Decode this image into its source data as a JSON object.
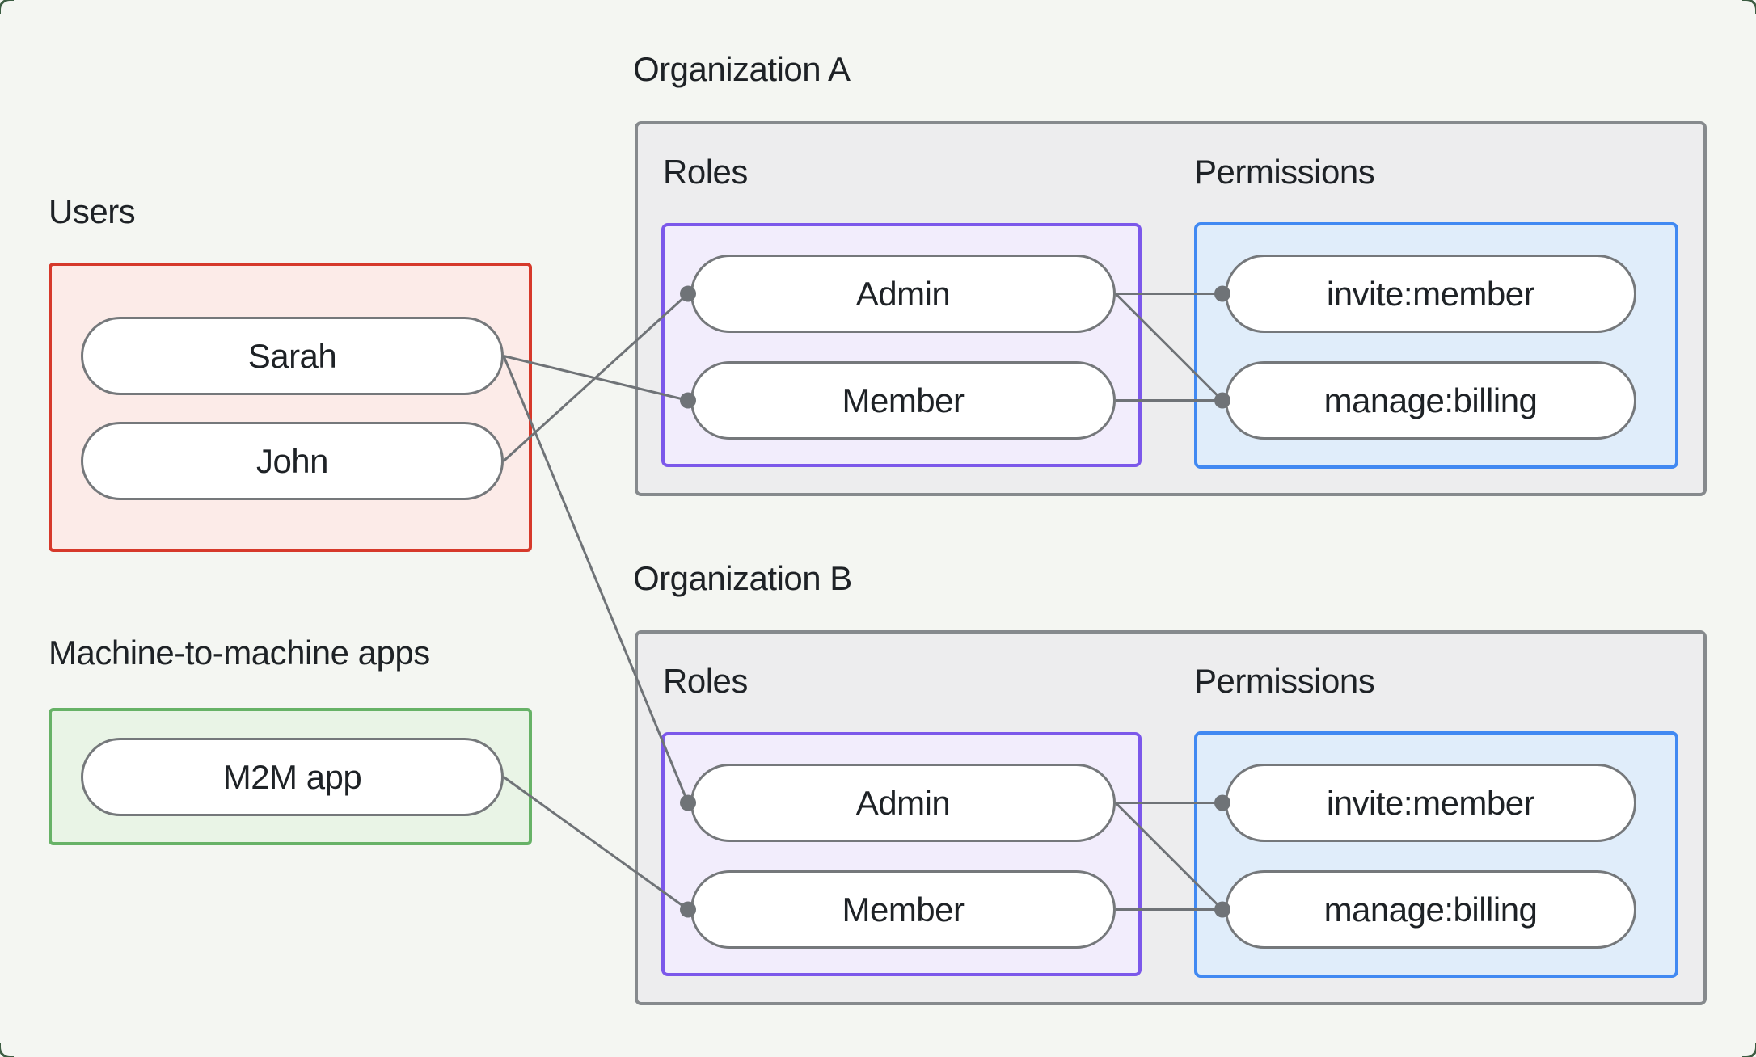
{
  "users": {
    "label": "Users",
    "items": [
      "Sarah",
      "John"
    ]
  },
  "m2m": {
    "label": "Machine-to-machine apps",
    "items": [
      "M2M app"
    ]
  },
  "organizations": [
    {
      "title": "Organization A",
      "roles_label": "Roles",
      "permissions_label": "Permissions",
      "roles": [
        "Admin",
        "Member"
      ],
      "permissions": [
        "invite:member",
        "manage:billing"
      ]
    },
    {
      "title": "Organization B",
      "roles_label": "Roles",
      "permissions_label": "Permissions",
      "roles": [
        "Admin",
        "Member"
      ],
      "permissions": [
        "invite:member",
        "manage:billing"
      ]
    }
  ],
  "connections": [
    {
      "from": "John",
      "to": "Organization A / Admin"
    },
    {
      "from": "Sarah",
      "to": "Organization A / Member"
    },
    {
      "from": "Sarah",
      "to": "Organization B / Admin"
    },
    {
      "from": "M2M app",
      "to": "Organization B / Member"
    },
    {
      "from": "Organization A / Admin",
      "to": "Organization A / invite:member"
    },
    {
      "from": "Organization A / Admin",
      "to": "Organization A / manage:billing"
    },
    {
      "from": "Organization A / Member",
      "to": "Organization A / manage:billing"
    },
    {
      "from": "Organization B / Admin",
      "to": "Organization B / invite:member"
    },
    {
      "from": "Organization B / Admin",
      "to": "Organization B / manage:billing"
    },
    {
      "from": "Organization B / Member",
      "to": "Organization B / manage:billing"
    }
  ],
  "colors": {
    "background": "#f4f6f2",
    "frame_corner": "#3c5c42",
    "users_box_border": "#d6392b",
    "users_box_fill": "#fcebe8",
    "m2m_box_border": "#67b267",
    "m2m_box_fill": "#e9f4e6",
    "roles_box_border": "#7c58ea",
    "roles_box_fill": "#f2edfc",
    "permissions_box_border": "#4189f2",
    "permissions_box_fill": "#e0edfa",
    "org_box_border": "#868a8d",
    "org_box_fill": "#ededee",
    "pill_border": "#75787b",
    "pill_fill": "#ffffff",
    "connector": "#6f7377",
    "text": "#1e2226"
  }
}
